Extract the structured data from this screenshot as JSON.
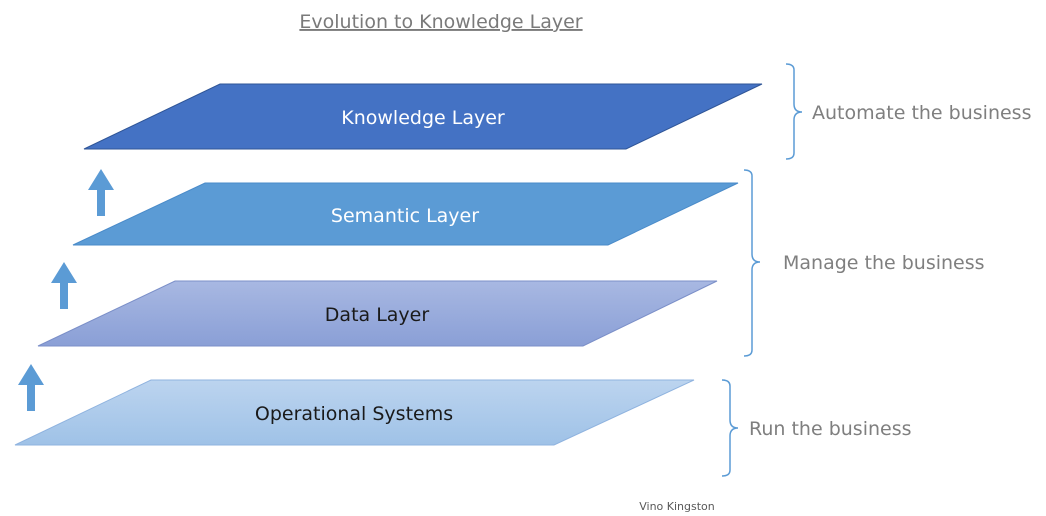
{
  "title": "Evolution to Knowledge Layer",
  "layers": [
    {
      "label": "Knowledge Layer",
      "fill": "#4472c4",
      "text_color": "#ffffff"
    },
    {
      "label": "Semantic Layer",
      "fill": "#5b9bd5",
      "text_color": "#ffffff"
    },
    {
      "label": "Data Layer",
      "fill": "#8faadc",
      "text_color": "#1a1a1a"
    },
    {
      "label": "Operational Systems",
      "fill": "#a9c8ea",
      "text_color": "#1a1a1a"
    }
  ],
  "brackets": [
    {
      "label": "Automate the business"
    },
    {
      "label": "Manage the business"
    },
    {
      "label": "Run the business"
    }
  ],
  "arrow_color": "#5b9bd5",
  "bracket_color": "#5b9bd5",
  "credit": "Vino Kingston"
}
